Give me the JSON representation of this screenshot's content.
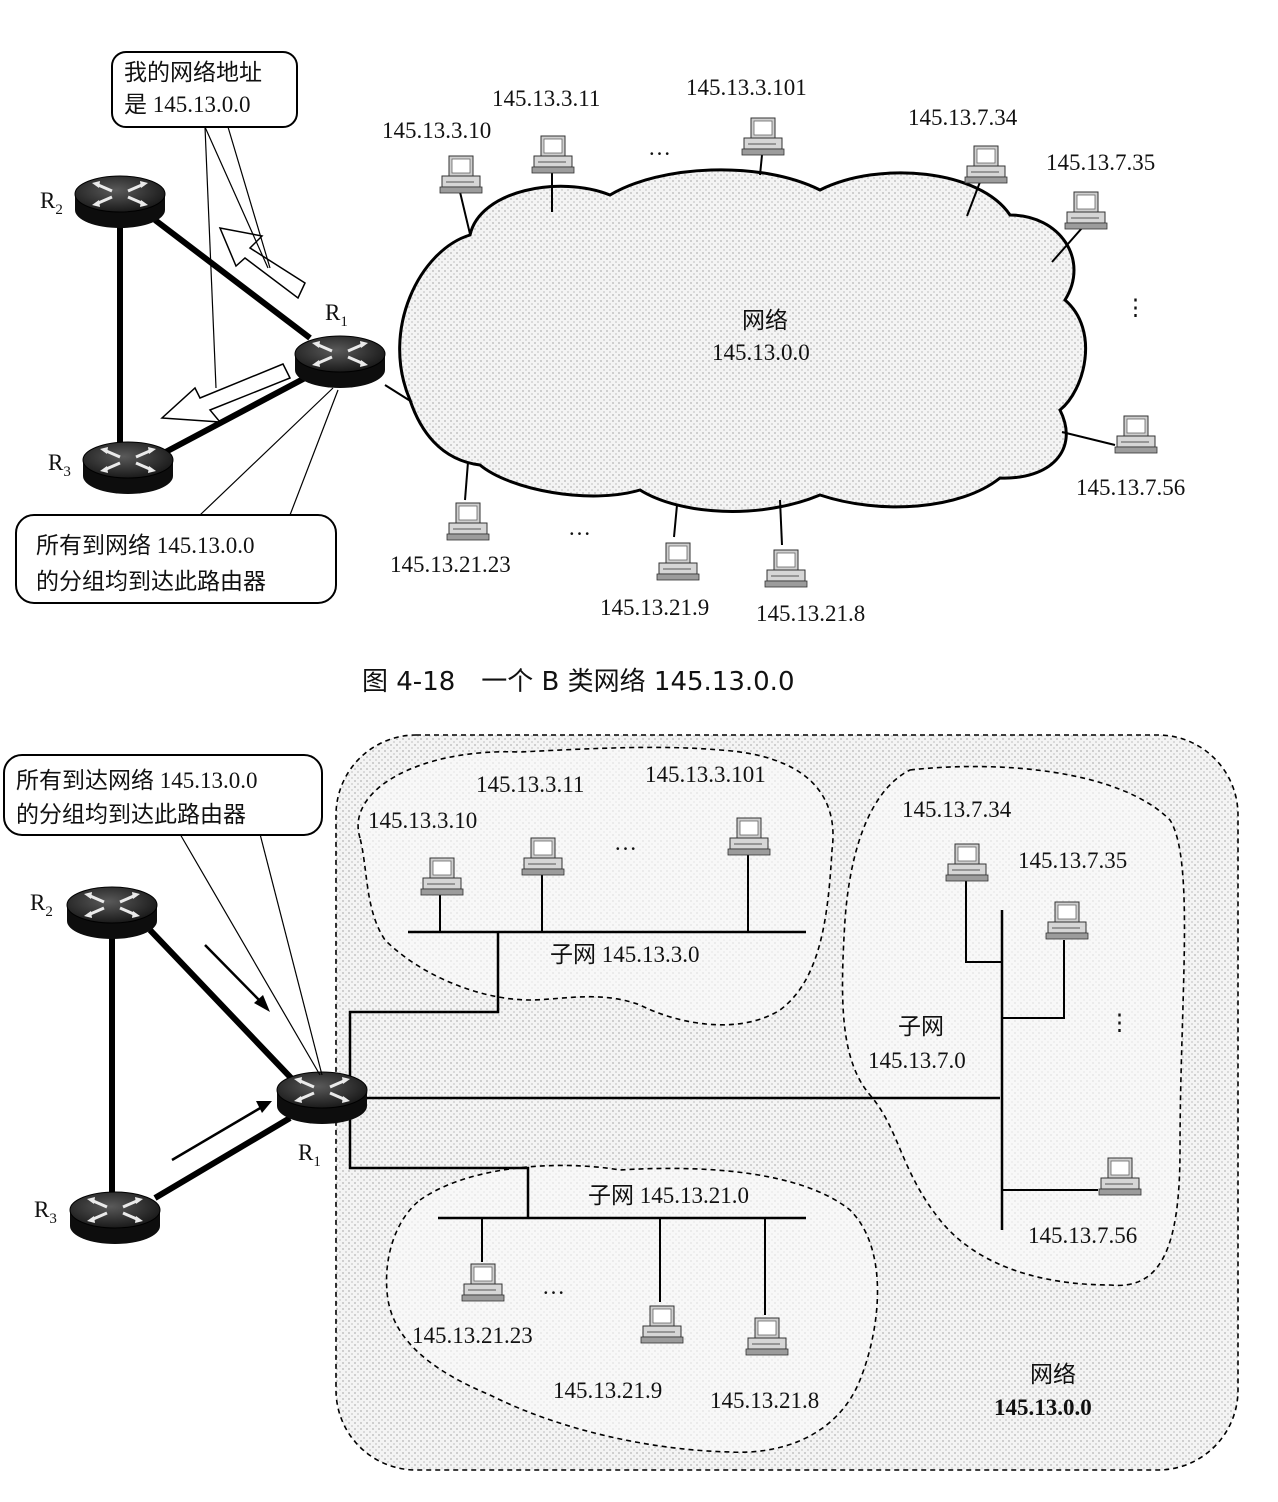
{
  "fig18": {
    "callout_top_line1": "我的网络地址",
    "callout_top_line2": "是 145.13.0.0",
    "callout_bottom_line1": "所有到网络 145.13.0.0",
    "callout_bottom_line2": "的分组均到达此路由器",
    "routers": {
      "r1": "R",
      "r1_sub": "1",
      "r2": "R",
      "r2_sub": "2",
      "r3": "R",
      "r3_sub": "3"
    },
    "cloud_label1": "网络",
    "cloud_label2": "145.13.0.0",
    "hosts": {
      "h3_10": "145.13.3.10",
      "h3_11": "145.13.3.11",
      "h3_101": "145.13.3.101",
      "h7_34": "145.13.7.34",
      "h7_35": "145.13.7.35",
      "h7_56": "145.13.7.56",
      "h21_23": "145.13.21.23",
      "h21_9": "145.13.21.9",
      "h21_8": "145.13.21.8"
    },
    "ellipsis": "…",
    "vellipsis": "⋮",
    "caption": "图 4-18　一个 B 类网络 145.13.0.0"
  },
  "fig19": {
    "callout_line1": "所有到达网络 145.13.0.0",
    "callout_line2": "的分组均到达此路由器",
    "routers": {
      "r1": "R",
      "r1_sub": "1",
      "r2": "R",
      "r2_sub": "2",
      "r3": "R",
      "r3_sub": "3"
    },
    "subnet3": "子网 145.13.3.0",
    "subnet7_line1": "子网",
    "subnet7_line2": "145.13.7.0",
    "subnet21": "子网 145.13.21.0",
    "network_line1": "网络",
    "network_line2": "145.13.0.0",
    "hosts": {
      "h3_10": "145.13.3.10",
      "h3_11": "145.13.3.11",
      "h3_101": "145.13.3.101",
      "h7_34": "145.13.7.34",
      "h7_35": "145.13.7.35",
      "h7_56": "145.13.7.56",
      "h21_23": "145.13.21.23",
      "h21_9": "145.13.21.9",
      "h21_8": "145.13.21.8"
    },
    "ellipsis": "…",
    "vellipsis": "⋮"
  }
}
